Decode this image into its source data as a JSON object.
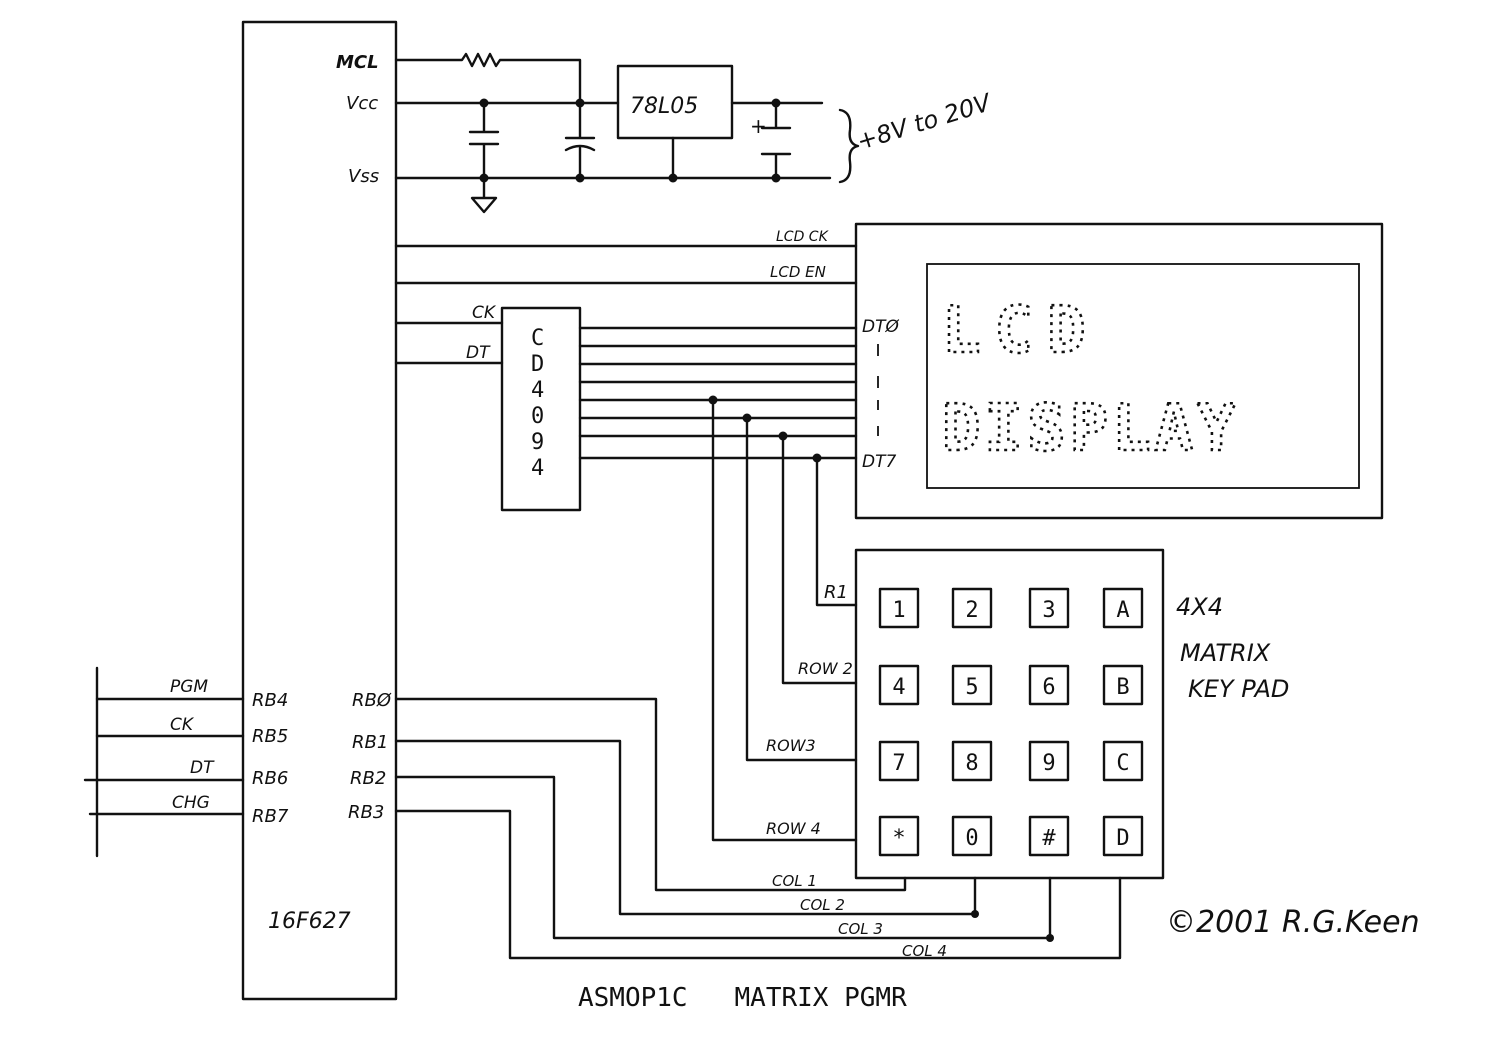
{
  "mcu": {
    "part": "16F627",
    "pins": {
      "mclr": "MCL",
      "vcc": "Vcc",
      "vss": "Vss"
    },
    "left_pins": [
      "RB4",
      "RB5",
      "RB6",
      "RB7"
    ],
    "right_pins": [
      "RBØ",
      "RB1",
      "RB2",
      "RB3"
    ]
  },
  "prog_header": [
    "PGM",
    "CK",
    "DT",
    "CHG"
  ],
  "regulator": {
    "part": "78L05",
    "polarity": "+"
  },
  "supply_label": "+8V to 20V",
  "lcd_bus": [
    "LCD CK",
    "LCD EN"
  ],
  "shift_register": {
    "part": "CD4094",
    "chars": [
      "C",
      "D",
      "4",
      "0",
      "9",
      "4"
    ],
    "inputs": [
      "CK",
      "DT"
    ]
  },
  "lcd": {
    "data_start": "DTØ",
    "data_end": "DT7",
    "display_lines": [
      "LCD",
      "DISPLAY"
    ]
  },
  "keypad": {
    "title_lines": [
      "4X4",
      "MATRIX",
      "KEY PAD"
    ],
    "rows": [
      "R1",
      "ROW 2",
      "ROW3",
      "ROW 4"
    ],
    "cols": [
      "COL 1",
      "COL 2",
      "COL 3",
      "COL 4"
    ],
    "keys": [
      "1",
      "2",
      "3",
      "A",
      "4",
      "5",
      "6",
      "B",
      "7",
      "8",
      "9",
      "C",
      "*",
      "0",
      "#",
      "D"
    ]
  },
  "copyright": "©2001 R.G.Keen",
  "caption": "ASMOP1C   MATRIX PGMR"
}
